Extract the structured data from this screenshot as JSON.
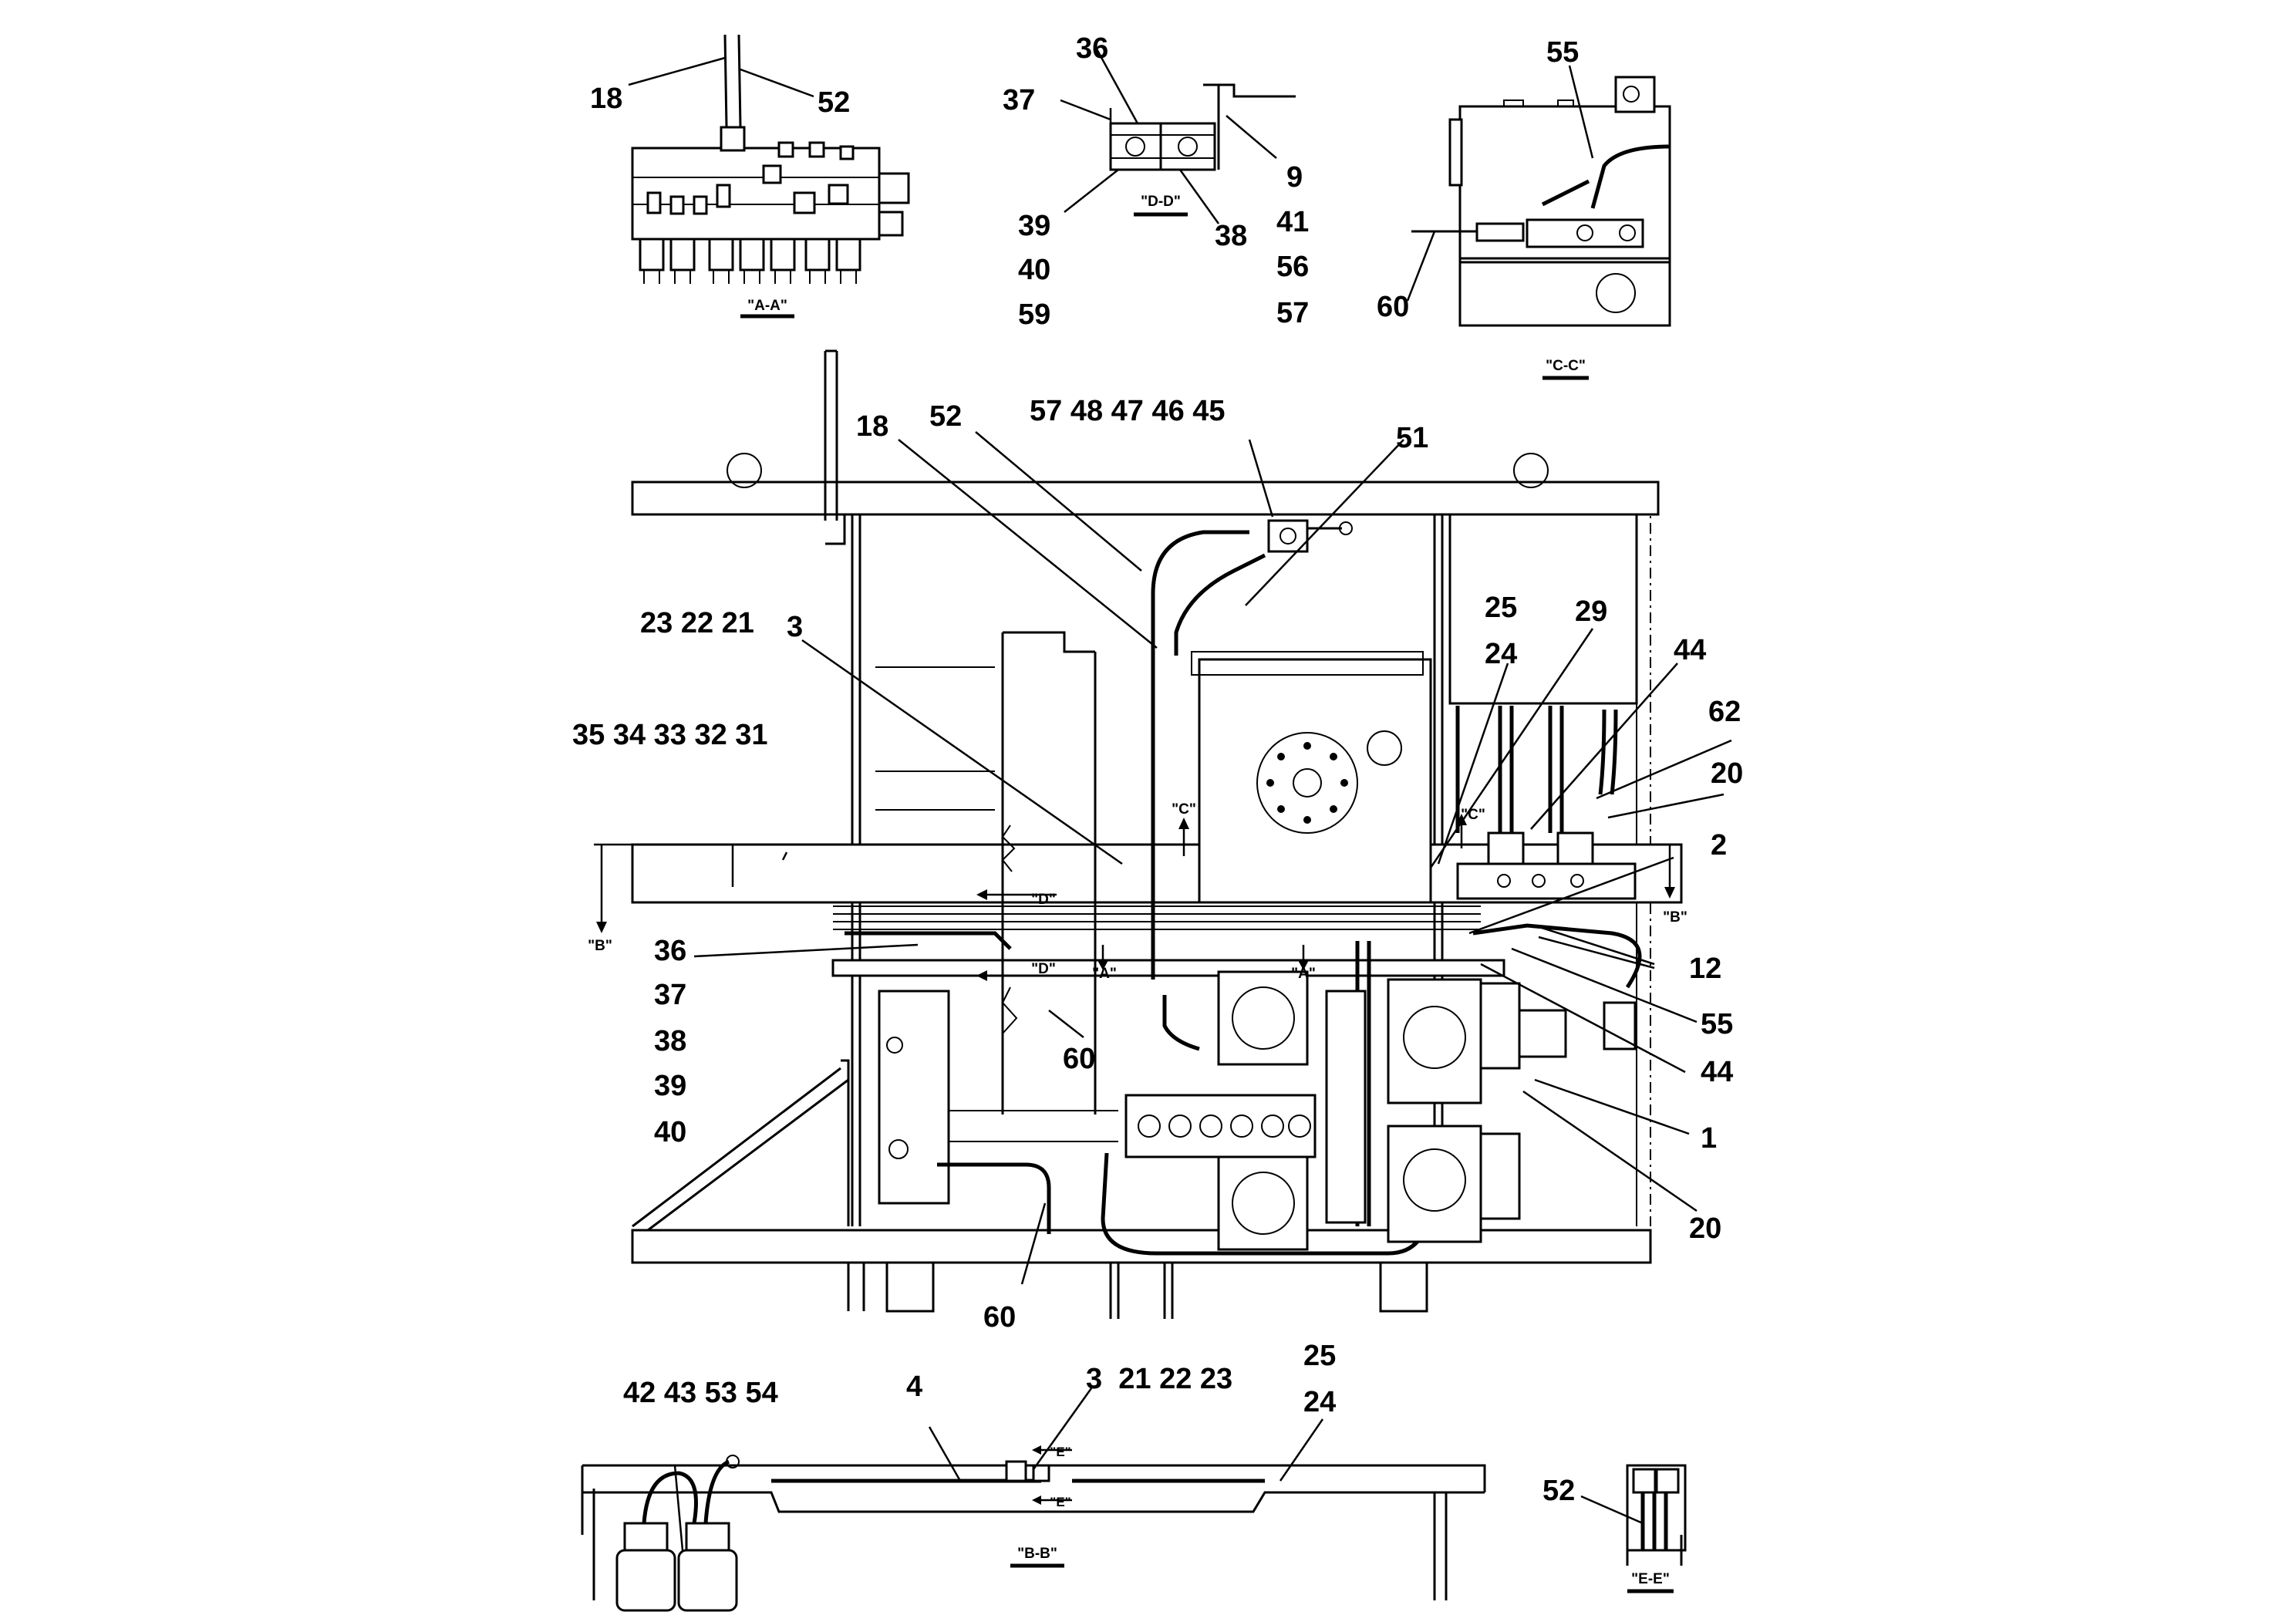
{
  "views": {
    "aa": "\"A-A\"",
    "dd": "\"D-D\"",
    "cc": "\"C-C\"",
    "bb": "\"B-B\"",
    "ee": "\"E-E\""
  },
  "section_marks": {
    "b": "\"B\"",
    "c": "\"C\"",
    "a": "\"A\"",
    "d": "\"D\"",
    "e": "\"E\""
  },
  "callouts": {
    "aa_18": "18",
    "aa_52": "52",
    "dd_36": "36",
    "dd_37": "37",
    "dd_9": "9",
    "dd_39": "39",
    "dd_38": "38",
    "dd_41": "41",
    "dd_40": "40",
    "dd_56": "56",
    "dd_59": "59",
    "dd_57": "57",
    "cc_55": "55",
    "cc_60": "60",
    "m_18": "18",
    "m_52": "52",
    "m_57_45": "57 48 47 46 45",
    "m_51": "51",
    "m_23_21": "23 22 21",
    "m_3": "3",
    "m_25": "25",
    "m_29": "29",
    "m_24": "24",
    "m_44a": "44",
    "m_62": "62",
    "m_35_31": "35 34 33 32 31",
    "m_20a": "20",
    "m_2": "2",
    "m_36": "36",
    "m_12": "12",
    "m_37": "37",
    "m_55": "55",
    "m_38": "38",
    "m_60a": "60",
    "m_44b": "44",
    "m_39": "39",
    "m_1": "1",
    "m_40": "40",
    "m_20b": "20",
    "m_60b": "60",
    "bb_25": "25",
    "bb_3_23": "3  21 22 23",
    "bb_42_54": "42 43 53 54",
    "bb_4": "4",
    "bb_24": "24",
    "ee_52": "52"
  }
}
